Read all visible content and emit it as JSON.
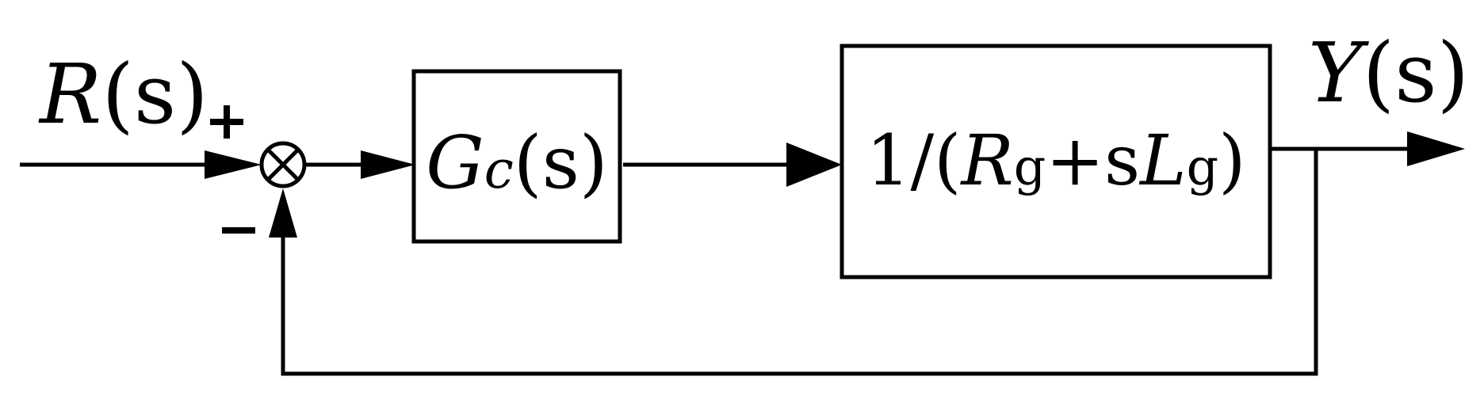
{
  "diagram": {
    "input_label": {
      "var": "R",
      "arg": "(s)"
    },
    "output_label": {
      "var": "Y",
      "arg": "(s)"
    },
    "summing_junction": {
      "plus_sign": "+",
      "minus_sign": "−"
    },
    "controller_block": {
      "var": "G",
      "sub": "c",
      "arg": "(s)"
    },
    "plant_block": {
      "prefix": "1/(",
      "r_var": "R",
      "r_sub": "g",
      "plus": "+",
      "s": "s",
      "l_var": "L",
      "l_sub": "g",
      "suffix": ")"
    }
  }
}
